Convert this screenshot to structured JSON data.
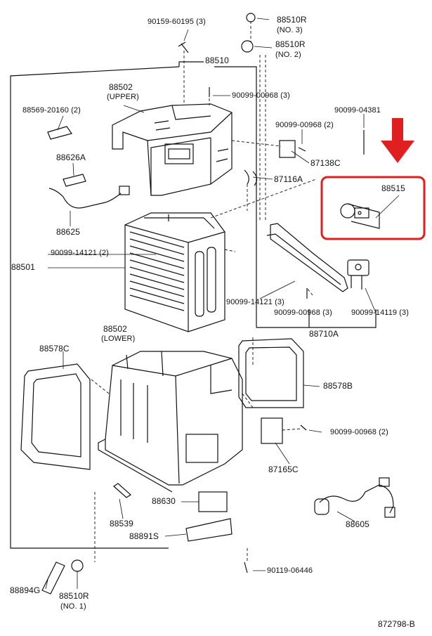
{
  "labels": {
    "p90159": "90159-60195 (3)",
    "p88510r_3": "88510R",
    "no3": "(NO. 3)",
    "p88510r_2": "88510R",
    "no2": "(NO. 2)",
    "p88510": "88510",
    "p88502u": "88502",
    "upper": "(UPPER)",
    "p90099_00968_top": "90099-00968 (3)",
    "p88569": "88569-20160 (2)",
    "p90099_04381": "90099-04381",
    "p90099_00968_2a": "90099-00968 (2)",
    "p87138c": "87138C",
    "p88626a": "88626A",
    "p87116a": "87116A",
    "p88515": "88515",
    "p88625": "88625",
    "p90099_14121_2": "90099-14121 (2)",
    "p88501": "88501",
    "p90099_14121_3": "90099-14121 (3)",
    "p90099_00968_3": "90099-00968 (3)",
    "p90099_14119": "90099-14119 (3)",
    "p88710a": "88710A",
    "p88502l": "88502",
    "lower": "(LOWER)",
    "p88578c": "88578C",
    "p88578b": "88578B",
    "p90099_00968_2b": "90099-00968 (2)",
    "p87165c": "87165C",
    "p88630": "88630",
    "p88605": "88605",
    "p88539": "88539",
    "p88891s": "88891S",
    "p90119": "90119-06446",
    "p88894g": "88894G",
    "p88510r_1": "88510R",
    "no1": "(NO. 1)",
    "ref": "872798-B"
  },
  "colors": {
    "line": "#111111",
    "highlight": "#e02020"
  }
}
